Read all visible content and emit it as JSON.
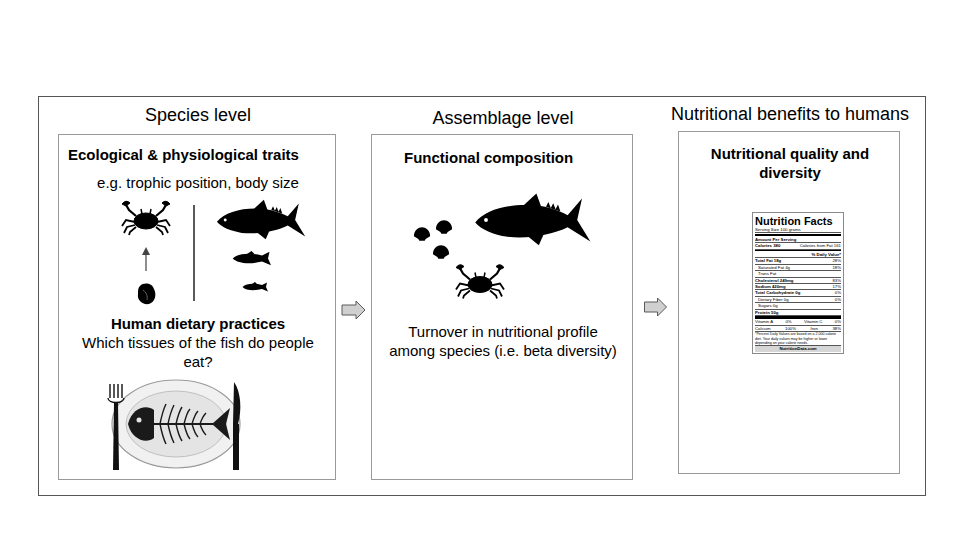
{
  "diagram": {
    "nodes": [
      {
        "text": [
          "Species level",
          "Ecological & physiological traits",
          "e.g. trophic position, body size",
          "Human dietary practices",
          "Which tissues of the fish do people eat?"
        ]
      },
      {
        "text": [
          "Assemblage level",
          "Functional composition",
          "Turnover in nutritional profile among species (i.e. beta diversity)"
        ]
      },
      {
        "text": [
          "Nutritional benefits to humans",
          "Nutritional quality and diversity"
        ]
      }
    ],
    "edges": [
      {
        "from": 0,
        "to": 1,
        "arrow": "to"
      },
      {
        "from": 1,
        "to": 2,
        "arrow": "to"
      }
    ],
    "labels": [
      "Nutrition Facts",
      "Serving Size 100 grams",
      "Amount Per Serving",
      "Calories 380",
      "Calories from Fat 161",
      "% Daily Value*",
      "Total Fat 18g",
      "28%",
      "Saturated Fat 4g",
      "18%",
      "Trans Fat",
      "Cholesterol 249mg",
      "83%",
      "Sodium 420mg",
      "17%",
      "Total Carbohydrate 0g",
      "0%",
      "Dietary Fiber 0g",
      "0%",
      "Sugars 0g",
      "Protein 50g",
      "Vitamin A",
      "0%",
      "Vitamin C",
      "0%",
      "Calcium",
      "100%",
      "Iron",
      "38%",
      "*Percent Daily Values are based on a 2,000 calorie diet. Your daily values may be higher or lower depending on your calorie needs.",
      "NutritionData.com"
    ]
  }
}
